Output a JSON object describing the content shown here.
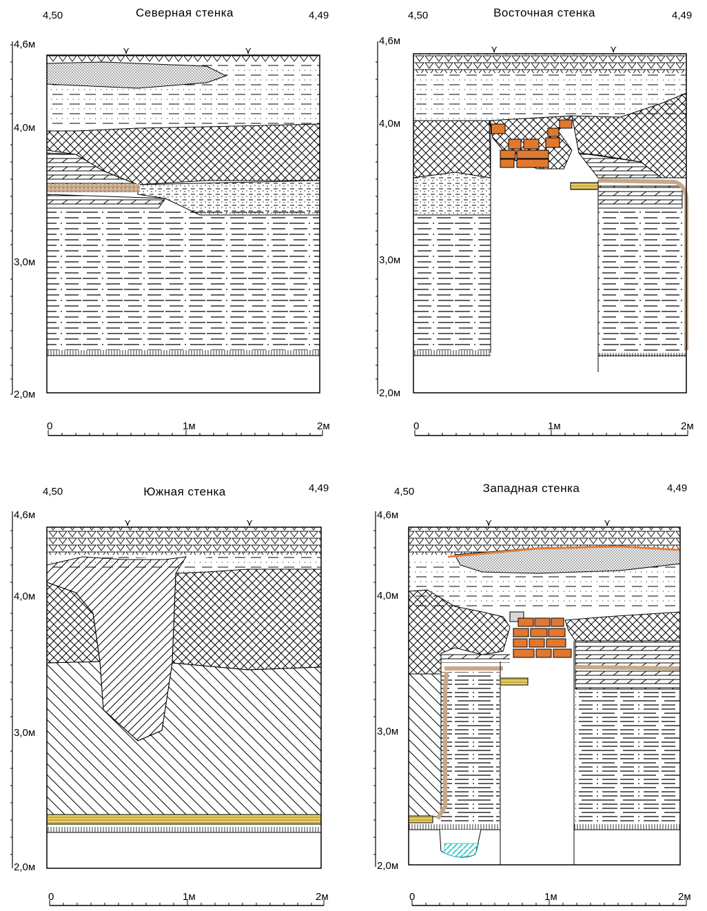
{
  "panels": [
    {
      "id": "north",
      "title": "Северная стенка",
      "left_value": "4,50",
      "right_value": "4,49",
      "elev_labels": [
        "4,6м",
        "4,0м",
        "3,0м",
        "2,0м"
      ],
      "scale_labels": [
        "0",
        "1м",
        "2м"
      ]
    },
    {
      "id": "east",
      "title": "Восточная стенка",
      "left_value": "4,50",
      "right_value": "4,49",
      "elev_labels": [
        "4,6м",
        "4,0м",
        "3,0м",
        "2,0м"
      ],
      "scale_labels": [
        "0",
        "1м",
        "2м"
      ]
    },
    {
      "id": "south",
      "title": "Южная стенка",
      "left_value": "4,50",
      "right_value": "4,49",
      "elev_labels": [
        "4,6м",
        "4,0м",
        "3,0м",
        "2,0м"
      ],
      "scale_labels": [
        "0",
        "1м",
        "2м"
      ]
    },
    {
      "id": "west",
      "title": "Западная стенка",
      "left_value": "4,50",
      "right_value": "4,49",
      "elev_labels": [
        "4,6м",
        "4,0м",
        "3,0м",
        "2,0м"
      ],
      "scale_labels": [
        "0",
        "1м",
        "2м"
      ]
    }
  ],
  "colors": {
    "brick": "#e07830",
    "humus_band": "#c8a888",
    "yellow_clay": "#e8d060",
    "orange_line": "#e08040",
    "water": "#40c8c8",
    "ink": "#000000"
  }
}
